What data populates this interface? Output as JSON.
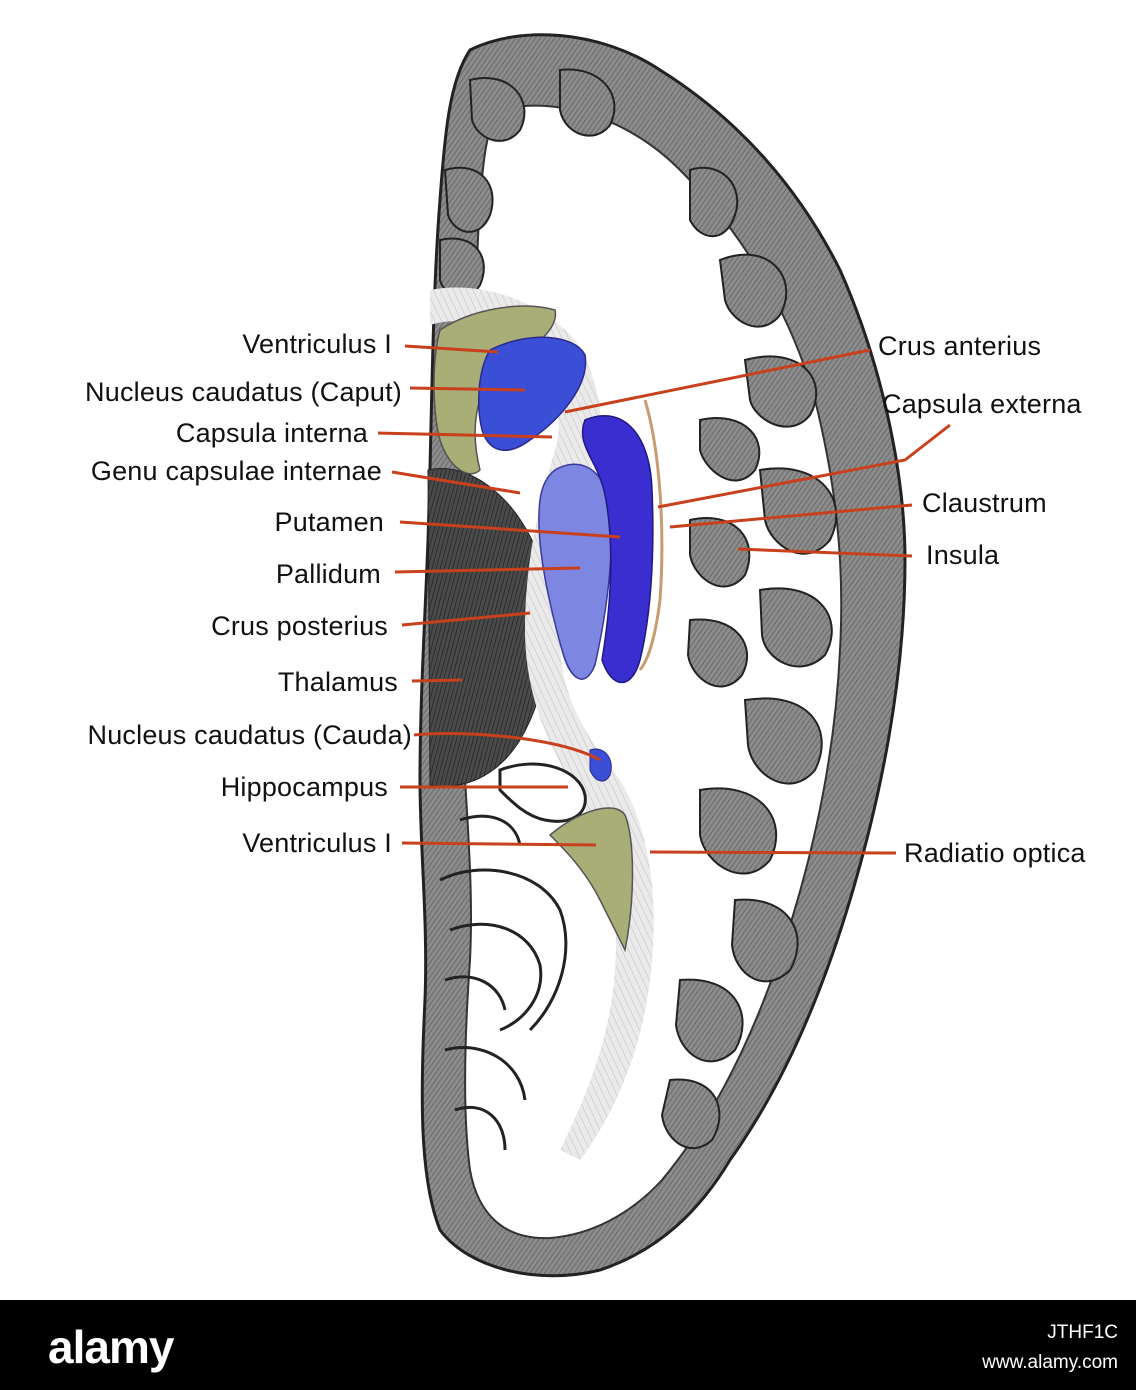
{
  "labels_left": [
    {
      "id": "ventriculus-1-top",
      "text": "Ventriculus I"
    },
    {
      "id": "nucleus-caudatus-caput",
      "text": "Nucleus caudatus (Caput)"
    },
    {
      "id": "capsula-interna",
      "text": "Capsula interna"
    },
    {
      "id": "genu-capsulae-internae",
      "text": "Genu capsulae internae"
    },
    {
      "id": "putamen",
      "text": "Putamen"
    },
    {
      "id": "pallidum",
      "text": "Pallidum"
    },
    {
      "id": "crus-posterius",
      "text": "Crus posterius"
    },
    {
      "id": "thalamus",
      "text": "Thalamus"
    },
    {
      "id": "nucleus-caudatus-cauda",
      "text": "Nucleus caudatus (Cauda)"
    },
    {
      "id": "hippocampus",
      "text": "Hippocampus"
    },
    {
      "id": "ventriculus-1-bottom",
      "text": "Ventriculus I"
    }
  ],
  "labels_right": [
    {
      "id": "crus-anterius",
      "text": "Crus anterius"
    },
    {
      "id": "capsula-externa",
      "text": "Capsula externa"
    },
    {
      "id": "claustrum",
      "text": "Claustrum"
    },
    {
      "id": "insula",
      "text": "Insula"
    },
    {
      "id": "radiatio-optica",
      "text": "Radiatio optica"
    }
  ],
  "colors": {
    "leader_line": "#c8401c",
    "putamen": "#3a2ed0",
    "caudate": "#3a4fd6",
    "pallidum": "#7d86e0",
    "ventricle": "#a9ad76",
    "cortex_gray": "#8a8a8a",
    "white_matter": "#ffffff"
  },
  "footer": {
    "logo": "alamy",
    "image_id": "JTHF1C",
    "url": "www.alamy.com"
  }
}
